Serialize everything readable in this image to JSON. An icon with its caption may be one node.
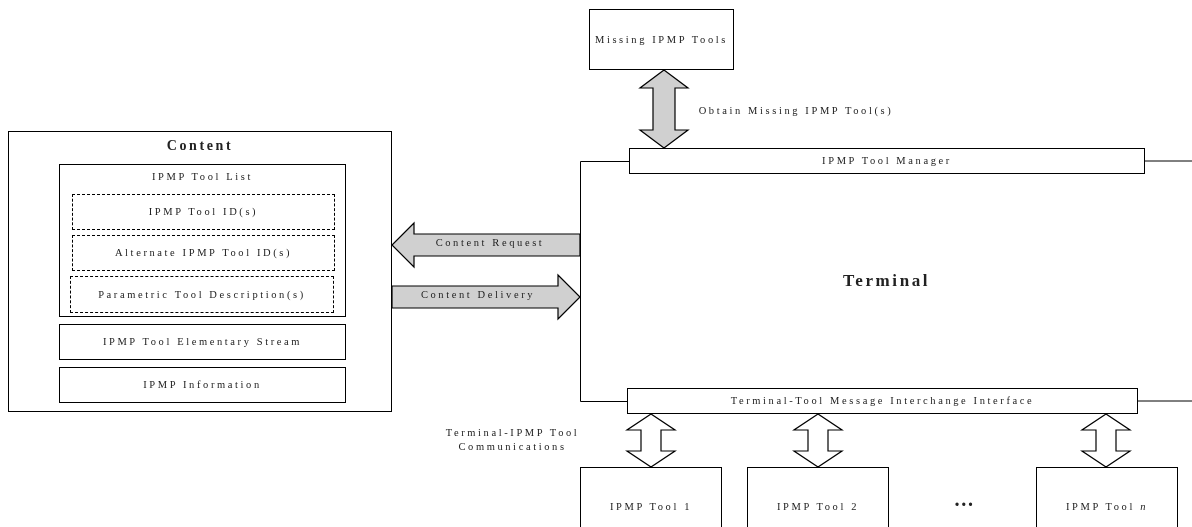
{
  "diagram": {
    "nodes": [
      {
        "text": [
          "Missing IPMP Tools"
        ]
      },
      {
        "text": [
          "Content"
        ]
      },
      {
        "text": [
          "IPMP Tool List"
        ],
        "in": 1
      },
      {
        "text": [
          "IPMP Tool ID(s)"
        ],
        "in": 2
      },
      {
        "text": [
          "Alternate IPMP Tool ID(s)"
        ],
        "in": 2
      },
      {
        "text": [
          "Parametric Tool Description(s)"
        ],
        "in": 2
      },
      {
        "text": [
          "IPMP Tool Elementary Stream"
        ],
        "in": 1
      },
      {
        "text": [
          "IPMP Information"
        ],
        "in": 1
      },
      {
        "text": [
          "Terminal"
        ]
      },
      {
        "text": [
          "IPMP Tool Manager"
        ]
      },
      {
        "text": [
          "Terminal-Tool Message Interchange Interface"
        ]
      },
      {
        "text": [
          "IPMP Tool 1"
        ]
      },
      {
        "text": [
          "IPMP Tool 2"
        ]
      },
      {
        "text": [
          "IPMP Tool *n*"
        ]
      }
    ],
    "edges": [
      {
        "from": 0,
        "to": 9,
        "arrow": "both",
        "label": "Obtain Missing IPMP Tool(s)",
        "color": "#d0d0d0"
      },
      {
        "from": 8,
        "to": 1,
        "arrow": "to",
        "label": "Content Request",
        "color": "#d0d0d0"
      },
      {
        "from": 1,
        "to": 8,
        "arrow": "to",
        "label": "Content Delivery",
        "color": "#d0d0d0"
      },
      {
        "from": 10,
        "to": 11,
        "arrow": "both"
      },
      {
        "from": 10,
        "to": 12,
        "arrow": "both"
      },
      {
        "from": 10,
        "to": 13,
        "arrow": "both"
      }
    ],
    "labels": [
      "Terminal-IPMP Tool Communications",
      "…"
    ]
  }
}
